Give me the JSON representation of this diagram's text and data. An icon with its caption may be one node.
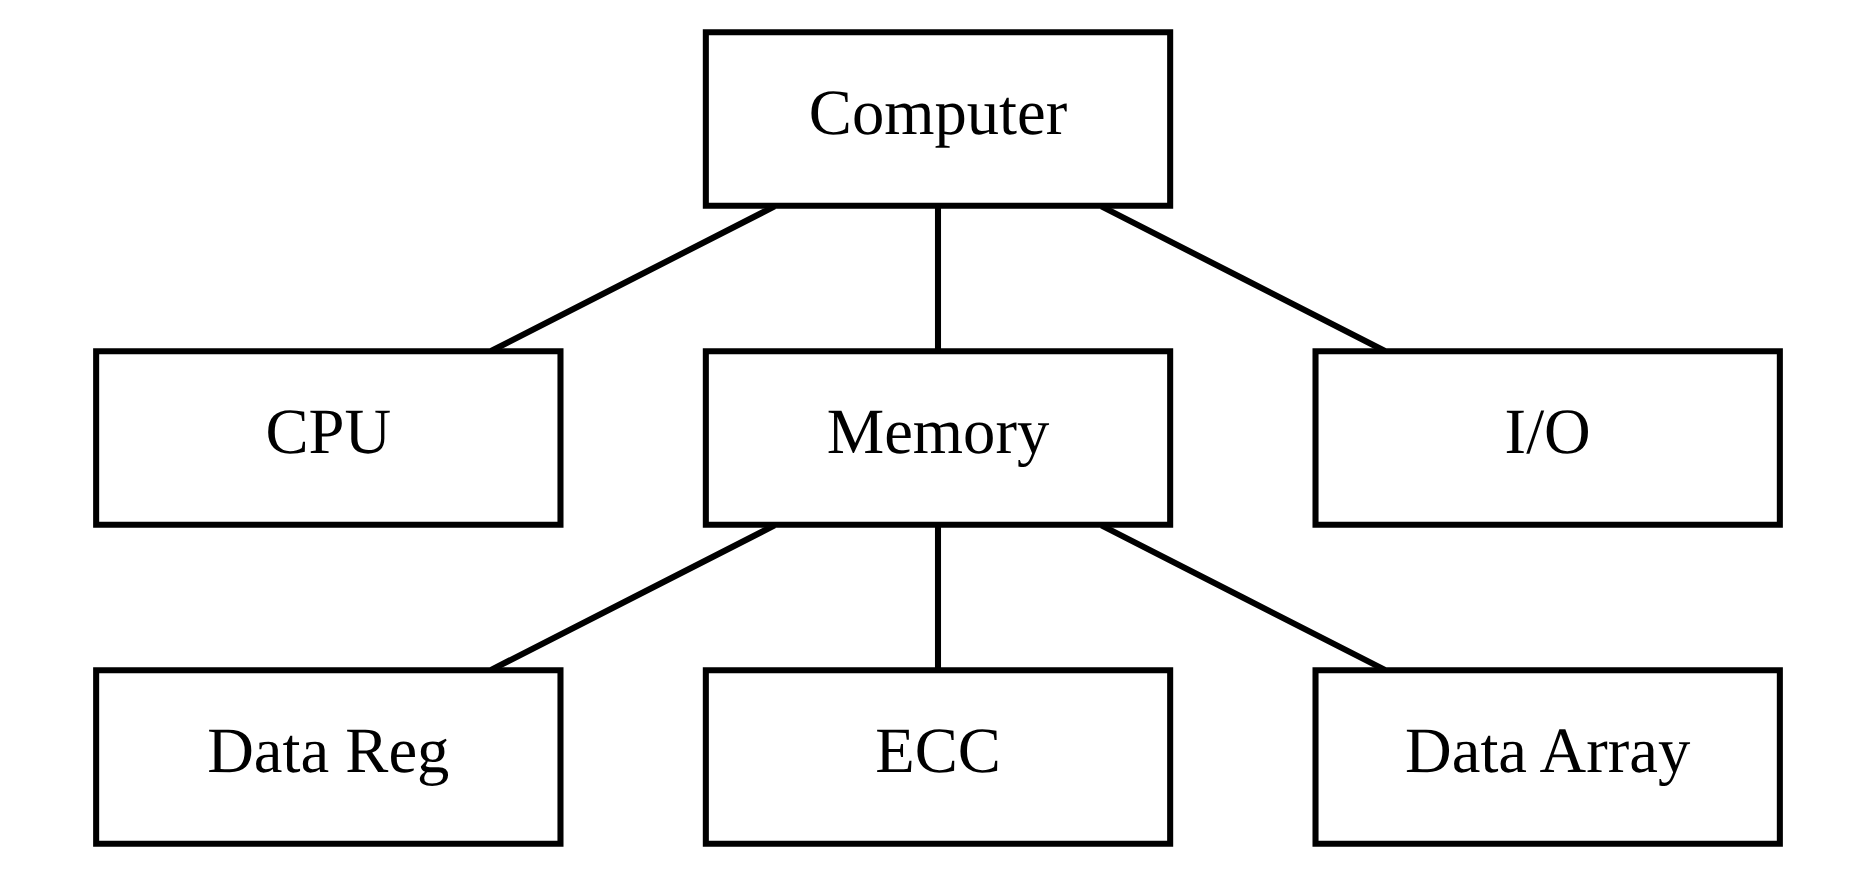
{
  "diagram": {
    "nodes": [
      {
        "text": [
          "Computer"
        ]
      },
      {
        "text": [
          "CPU"
        ]
      },
      {
        "text": [
          "Memory"
        ]
      },
      {
        "text": [
          "I/O"
        ]
      },
      {
        "text": [
          "Data Reg"
        ]
      },
      {
        "text": [
          "ECC"
        ]
      },
      {
        "text": [
          "Data Array"
        ]
      }
    ],
    "edges": [
      {
        "from": 0,
        "to": 1,
        "arrow": "none"
      },
      {
        "from": 0,
        "to": 2,
        "arrow": "none"
      },
      {
        "from": 0,
        "to": 3,
        "arrow": "none"
      },
      {
        "from": 2,
        "to": 4,
        "arrow": "none"
      },
      {
        "from": 2,
        "to": 5,
        "arrow": "none"
      },
      {
        "from": 2,
        "to": 6,
        "arrow": "none"
      }
    ]
  }
}
